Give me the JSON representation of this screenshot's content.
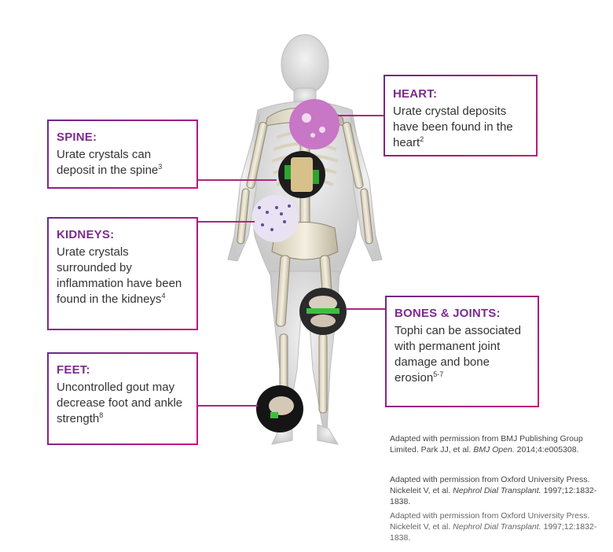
{
  "heart": {
    "title": "HEART:",
    "text": "Urate crystal deposits have been found in the heart",
    "ref": "2"
  },
  "spine": {
    "title": "SPINE:",
    "text": "Urate crystals can deposit in the spine",
    "ref": "3"
  },
  "kidneys": {
    "title": "KIDNEYS:",
    "text": "Urate crystals surrounded by inflammation have been found in the kidneys",
    "ref": "4"
  },
  "bones": {
    "title": "BONES & JOINTS:",
    "text": "Tophi can be associated with permanent joint damage and bone erosion",
    "ref": "5-7"
  },
  "feet": {
    "title": "FEET:",
    "text": "Uncontrolled gout may decrease foot and ankle strength",
    "ref": "8"
  },
  "credits": [
    {
      "pre": "Adapted with permission from BMJ Publishing Group Limited. Park JJ, et al. ",
      "journal": "BMJ Open.",
      "post": " 2014;4:e005308."
    },
    {
      "pre": "Adapted with permission from Oxford University Press. Nickeleit V, et al. ",
      "journal": "Nephrol Dial Transplant.",
      "post": " 1997;12:1832-1838."
    },
    {
      "pre": "Adapted with permission from Oxford University Press. Nickeleit V, et al. ",
      "journal": "Nephrol Dial Transplant.",
      "post": " 1997;12:1832-1838."
    }
  ],
  "colors": {
    "accent": "#7a2d8c",
    "border": "#8a2a8f",
    "leader": "#b1267f",
    "crystal_green": "#3cbf3c"
  }
}
